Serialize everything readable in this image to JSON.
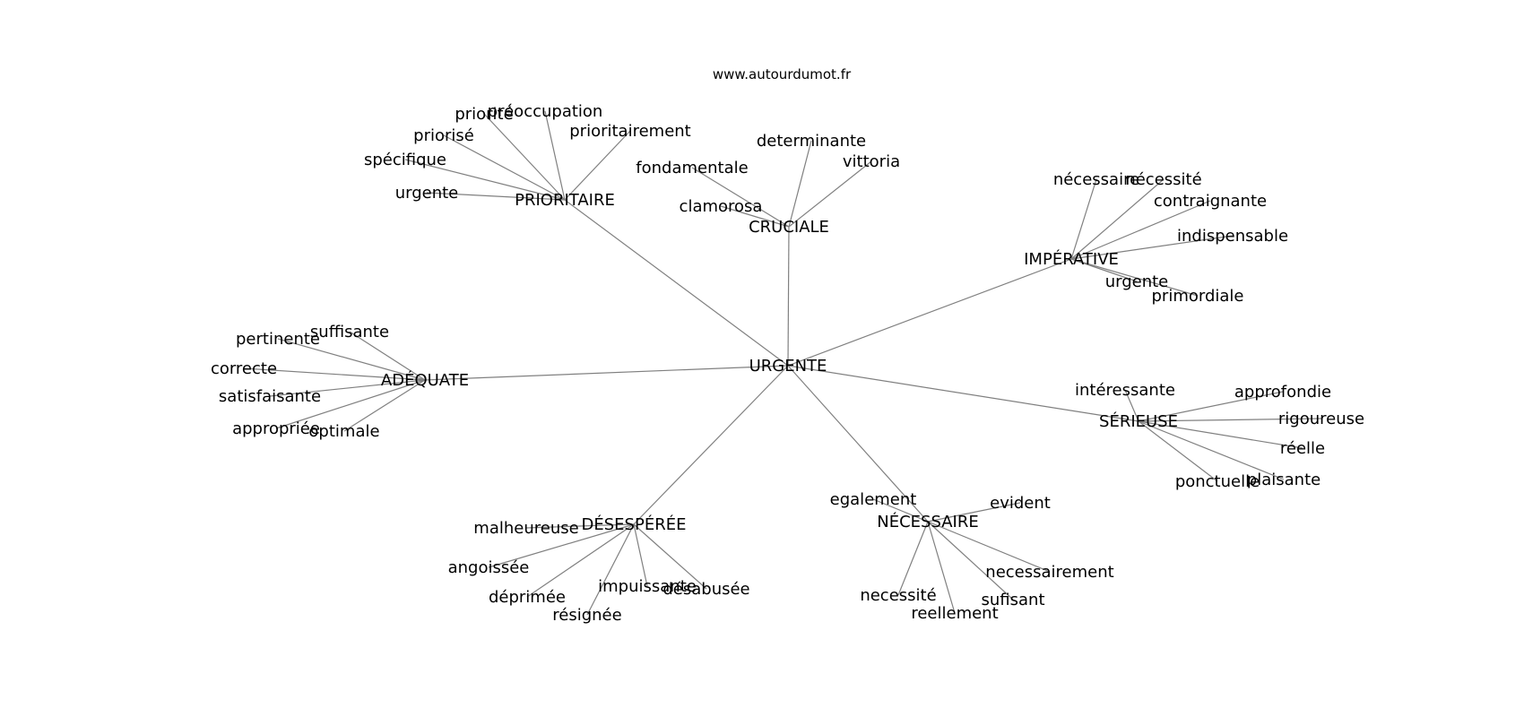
{
  "watermark": "www.autourdumot.fr",
  "center": "URGENTE",
  "hubs": [
    {
      "label": "PRIORITAIRE",
      "leaves": [
        "préoccupation",
        "priorité",
        "priorisé",
        "prioritairement",
        "spécifique",
        "urgente"
      ]
    },
    {
      "label": "CRUCIALE",
      "leaves": [
        "determinante",
        "vittoria",
        "fondamentale",
        "clamorosa"
      ]
    },
    {
      "label": "IMPÉRATIVE",
      "leaves": [
        "nécessaire",
        "nécessité",
        "contraignante",
        "indispensable",
        "urgente",
        "primordiale"
      ]
    },
    {
      "label": "ADÉQUATE",
      "leaves": [
        "suffisante",
        "pertinente",
        "correcte",
        "satisfaisante",
        "appropriée",
        "optimale"
      ]
    },
    {
      "label": "SÉRIEUSE",
      "leaves": [
        "intéressante",
        "approfondie",
        "rigoureuse",
        "réelle",
        "plaisante",
        "ponctuelle"
      ]
    },
    {
      "label": "DÉSESPÉRÉE",
      "leaves": [
        "malheureuse",
        "angoissée",
        "déprimée",
        "résignée",
        "impuissante",
        "désabusée"
      ]
    },
    {
      "label": "NÉCESSAIRE",
      "leaves": [
        "egalement",
        "evident",
        "necessairement",
        "sufisant",
        "reellement",
        "necessité"
      ]
    }
  ]
}
